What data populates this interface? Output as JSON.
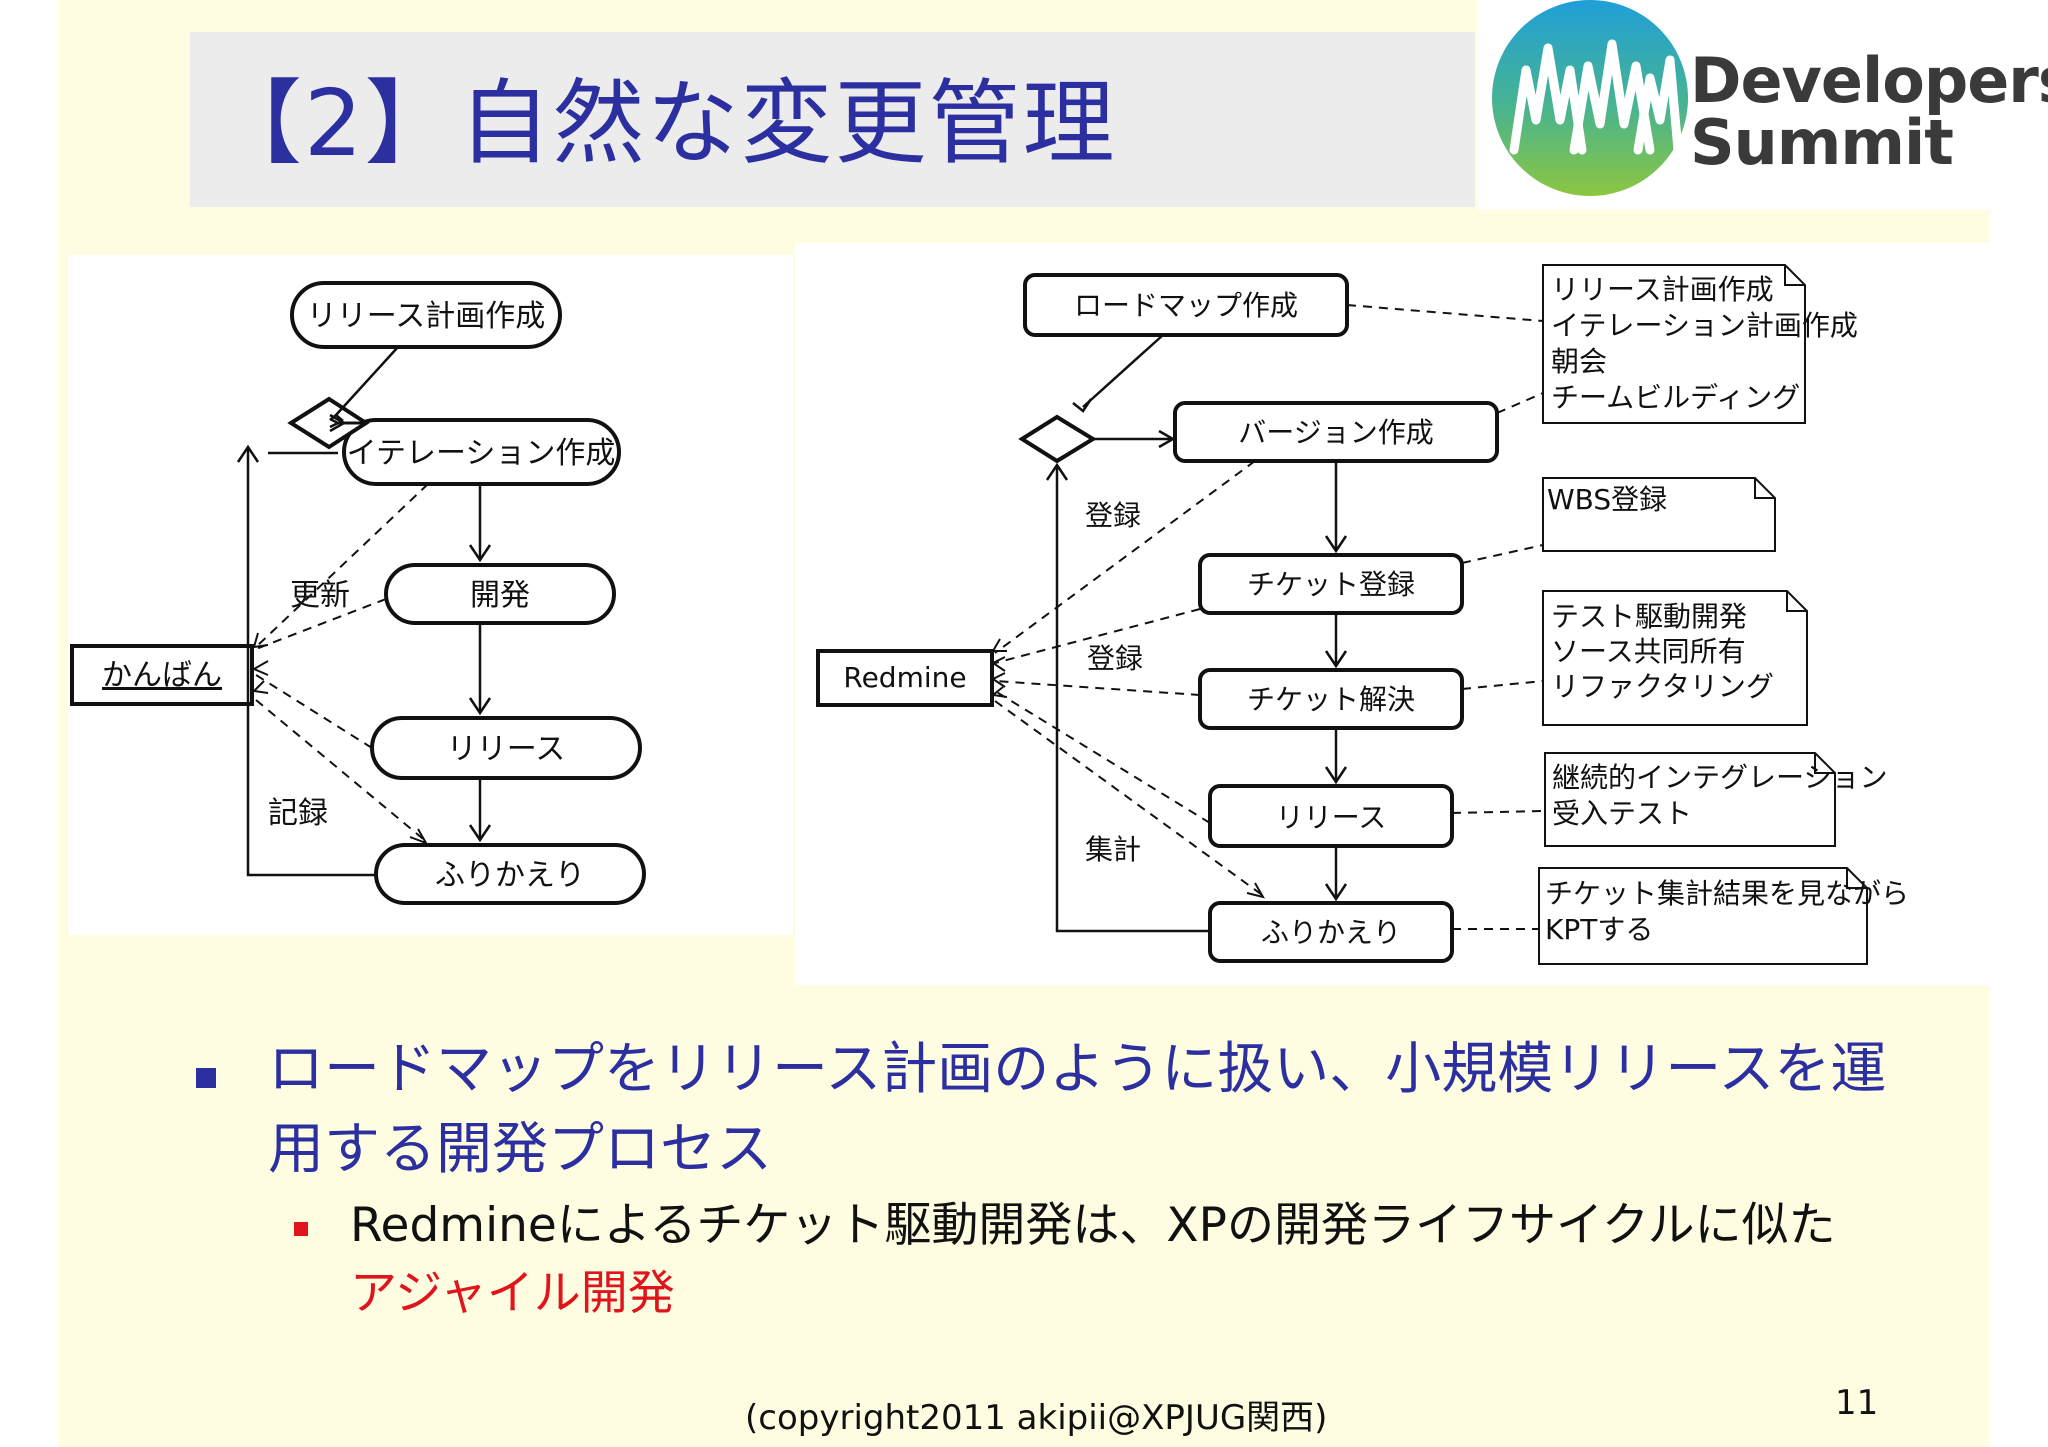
{
  "title": "【2】自然な変更管理",
  "logo": {
    "line1": "Developers",
    "line2": "Summit"
  },
  "left_diagram": {
    "nodes": {
      "release_plan": "リリース計画作成",
      "iteration": "イテレーション作成",
      "dev": "開発",
      "release": "リリース",
      "retro": "ふりかえり",
      "kanban": "かんばん"
    },
    "labels": {
      "update": "更新",
      "record": "記録"
    }
  },
  "right_diagram": {
    "nodes": {
      "roadmap": "ロードマップ作成",
      "version": "バージョン作成",
      "ticket_reg": "チケット登録",
      "ticket_res": "チケット解決",
      "release": "リリース",
      "retro": "ふりかえり",
      "redmine": "Redmine"
    },
    "labels": {
      "reg1": "登録",
      "reg2": "登録",
      "aggregate": "集計"
    },
    "notes": {
      "note1": [
        "リリース計画作成",
        "イテレーション計画作成",
        "朝会",
        "チームビルディング"
      ],
      "note2": [
        "WBS登録"
      ],
      "note3": [
        "テスト駆動開発",
        "ソース共同所有",
        "リファクタリング"
      ],
      "note4": [
        "継続的インテグレーション",
        "受入テスト"
      ],
      "note5": [
        "チケット集計結果を見ながら",
        "KPTする"
      ]
    }
  },
  "bullets": {
    "main": "ロードマップをリリース計画のように扱い、小規模リリースを運用する開発プロセス",
    "sub_prefix": "Redmineによるチケット駆動開発は、XPの開発ライフサイクルに似た",
    "sub_accent": "アジャイル開発"
  },
  "footer": "(copyright2011 akipii@XPJUG関西)",
  "page_number": "11",
  "colors": {
    "title": "#2c2fa0",
    "accent": "#e0141b",
    "arrow": "#f7c600",
    "panel": "#fefde2"
  }
}
